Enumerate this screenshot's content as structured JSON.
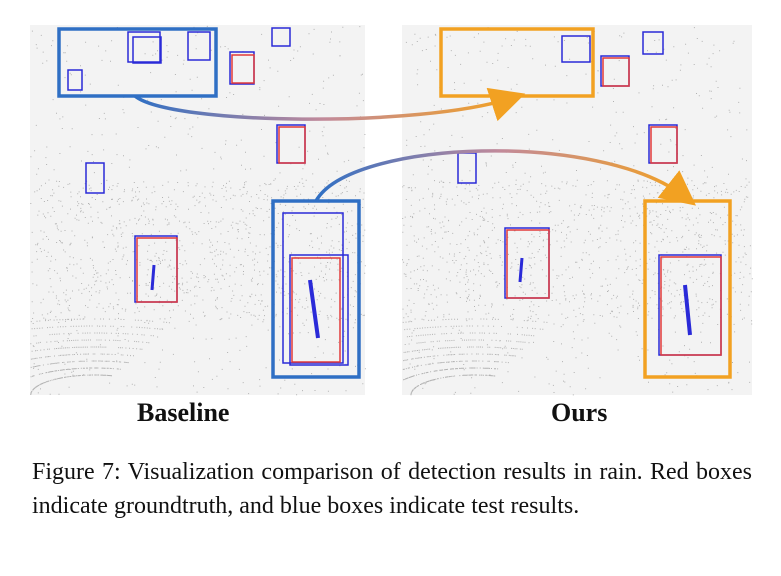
{
  "figure": {
    "panels": [
      {
        "id": "baseline",
        "label": "Baseline"
      },
      {
        "id": "ours",
        "label": "Ours"
      }
    ],
    "colors": {
      "groundtruth_box": "#e23b3b",
      "test_box": "#2a2ad8",
      "highlight_baseline": "#2f6fc4",
      "highlight_ours": "#f2a122",
      "point_cloud": "#7d7d7d"
    }
  },
  "caption": {
    "text": "Figure 7: Visualization comparison of detection results in rain. Red boxes indicate groundtruth, and blue boxes indicate test results."
  }
}
